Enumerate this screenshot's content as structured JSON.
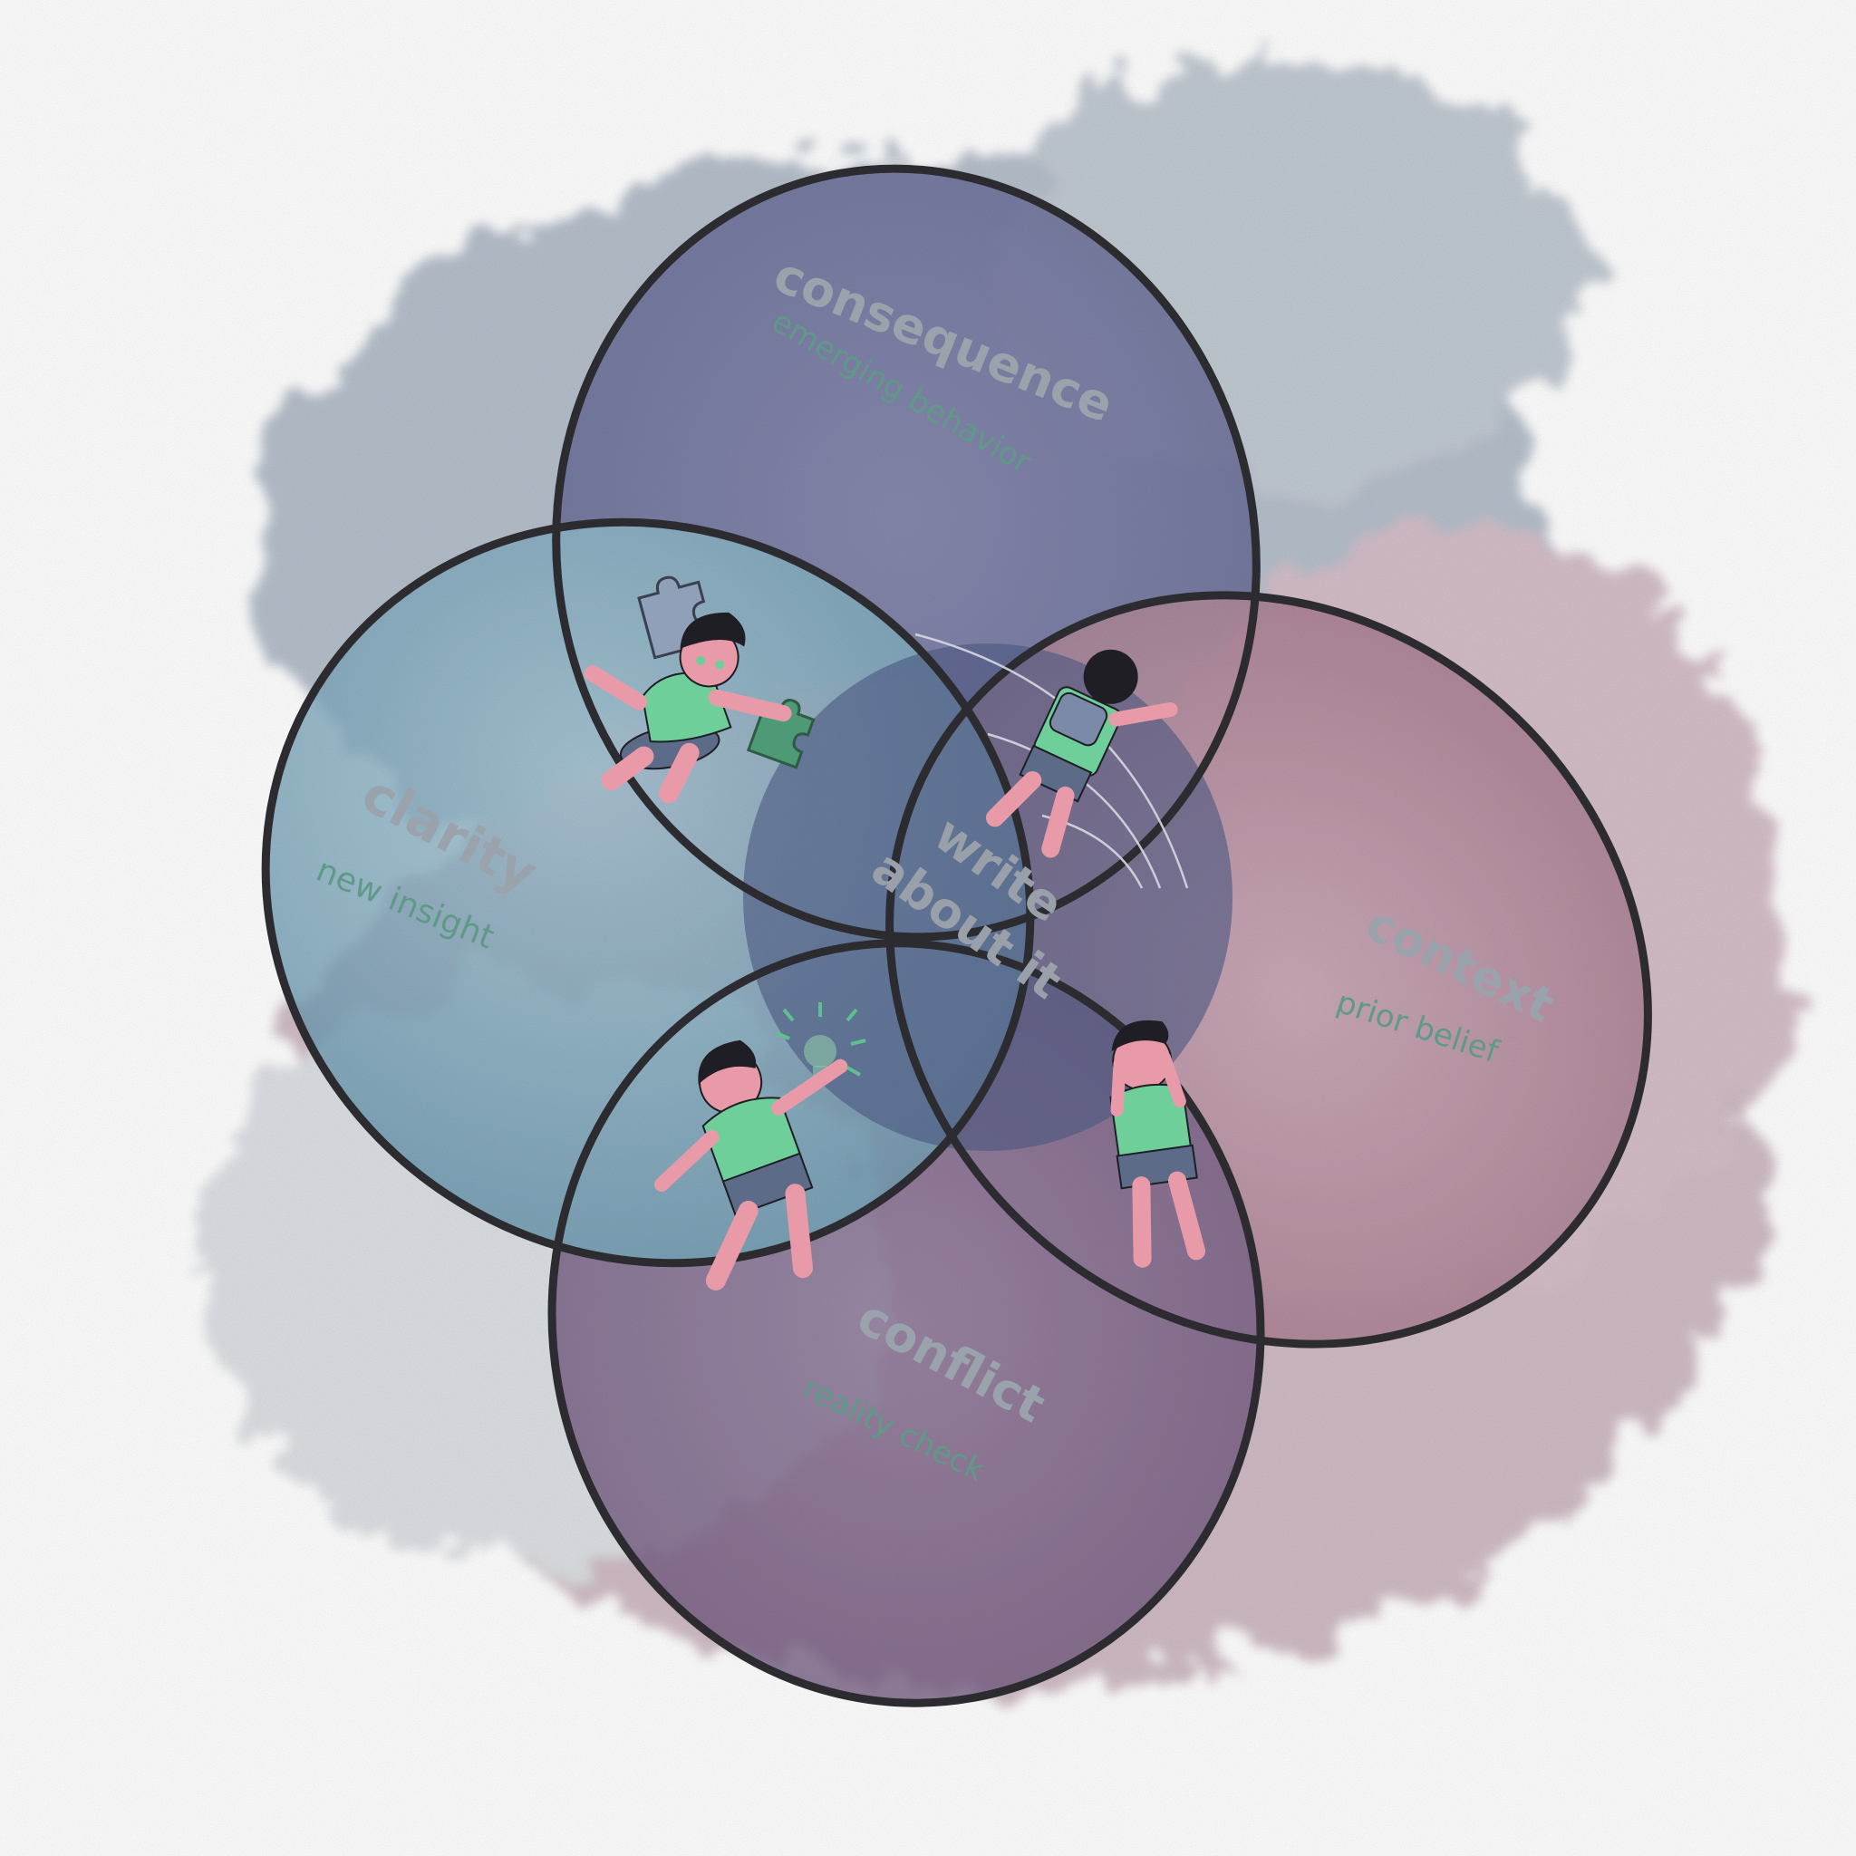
{
  "diagram": {
    "center": {
      "line1": "write",
      "line2": "about it"
    },
    "sets": [
      {
        "id": "consequence",
        "title": "consequence",
        "subtitle": "emerging behavior",
        "color": "#5a5f93"
      },
      {
        "id": "clarity",
        "title": "clarity",
        "subtitle": "new insight",
        "color": "#4f8fae"
      },
      {
        "id": "context",
        "title": "context",
        "subtitle": "prior belief",
        "color": "#9a5f78"
      },
      {
        "id": "conflict",
        "title": "conflict",
        "subtitle": "reality check",
        "color": "#6a4f78"
      }
    ],
    "colors": {
      "outline": "#2b2b30",
      "title_text": "#9aa3ab",
      "subtitle_text": "#5f9a86",
      "figure_shirt": "#6fcf9a",
      "figure_skin": "#e89aa8",
      "figure_hair": "#1e1e24",
      "figure_shorts": "#5c6c88"
    }
  }
}
